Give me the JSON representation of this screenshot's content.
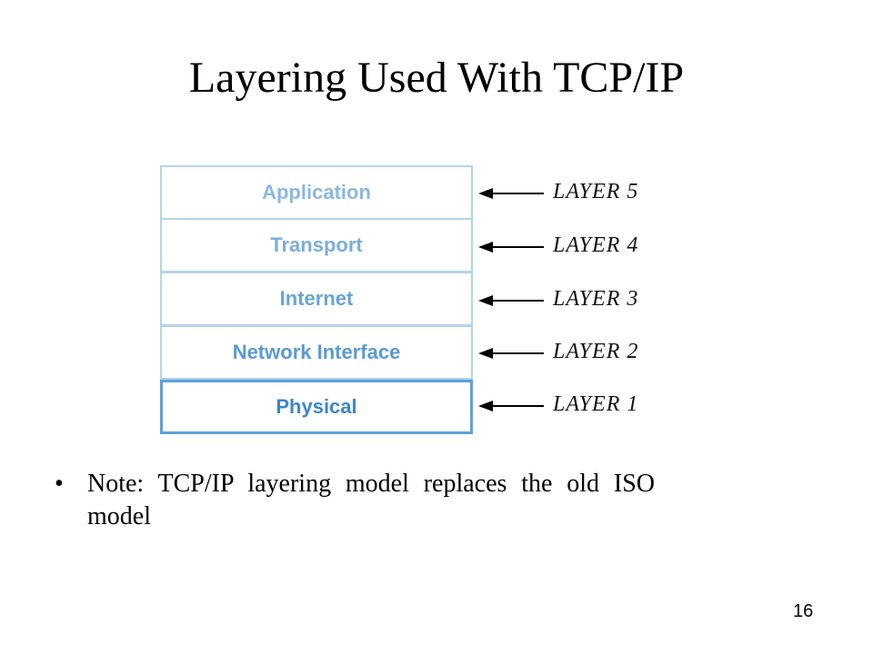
{
  "slide": {
    "title": "Layering Used With TCP/IP",
    "note_bullet": "•",
    "note_text": "Note: TCP/IP layering model replaces the old ISO model",
    "page_number": "16"
  },
  "diagram": {
    "layers": [
      {
        "name": "Application",
        "label": "LAYER 5",
        "color": "#8ab8e0"
      },
      {
        "name": "Transport",
        "label": "LAYER 4",
        "color": "#79aedb"
      },
      {
        "name": "Internet",
        "label": "LAYER 3",
        "color": "#6aa4d6"
      },
      {
        "name": "Network Interface",
        "label": "LAYER 2",
        "color": "#5a9ad2"
      },
      {
        "name": "Physical",
        "label": "LAYER 1",
        "color": "#3d86c8"
      }
    ],
    "arrow_color": "#000000"
  }
}
